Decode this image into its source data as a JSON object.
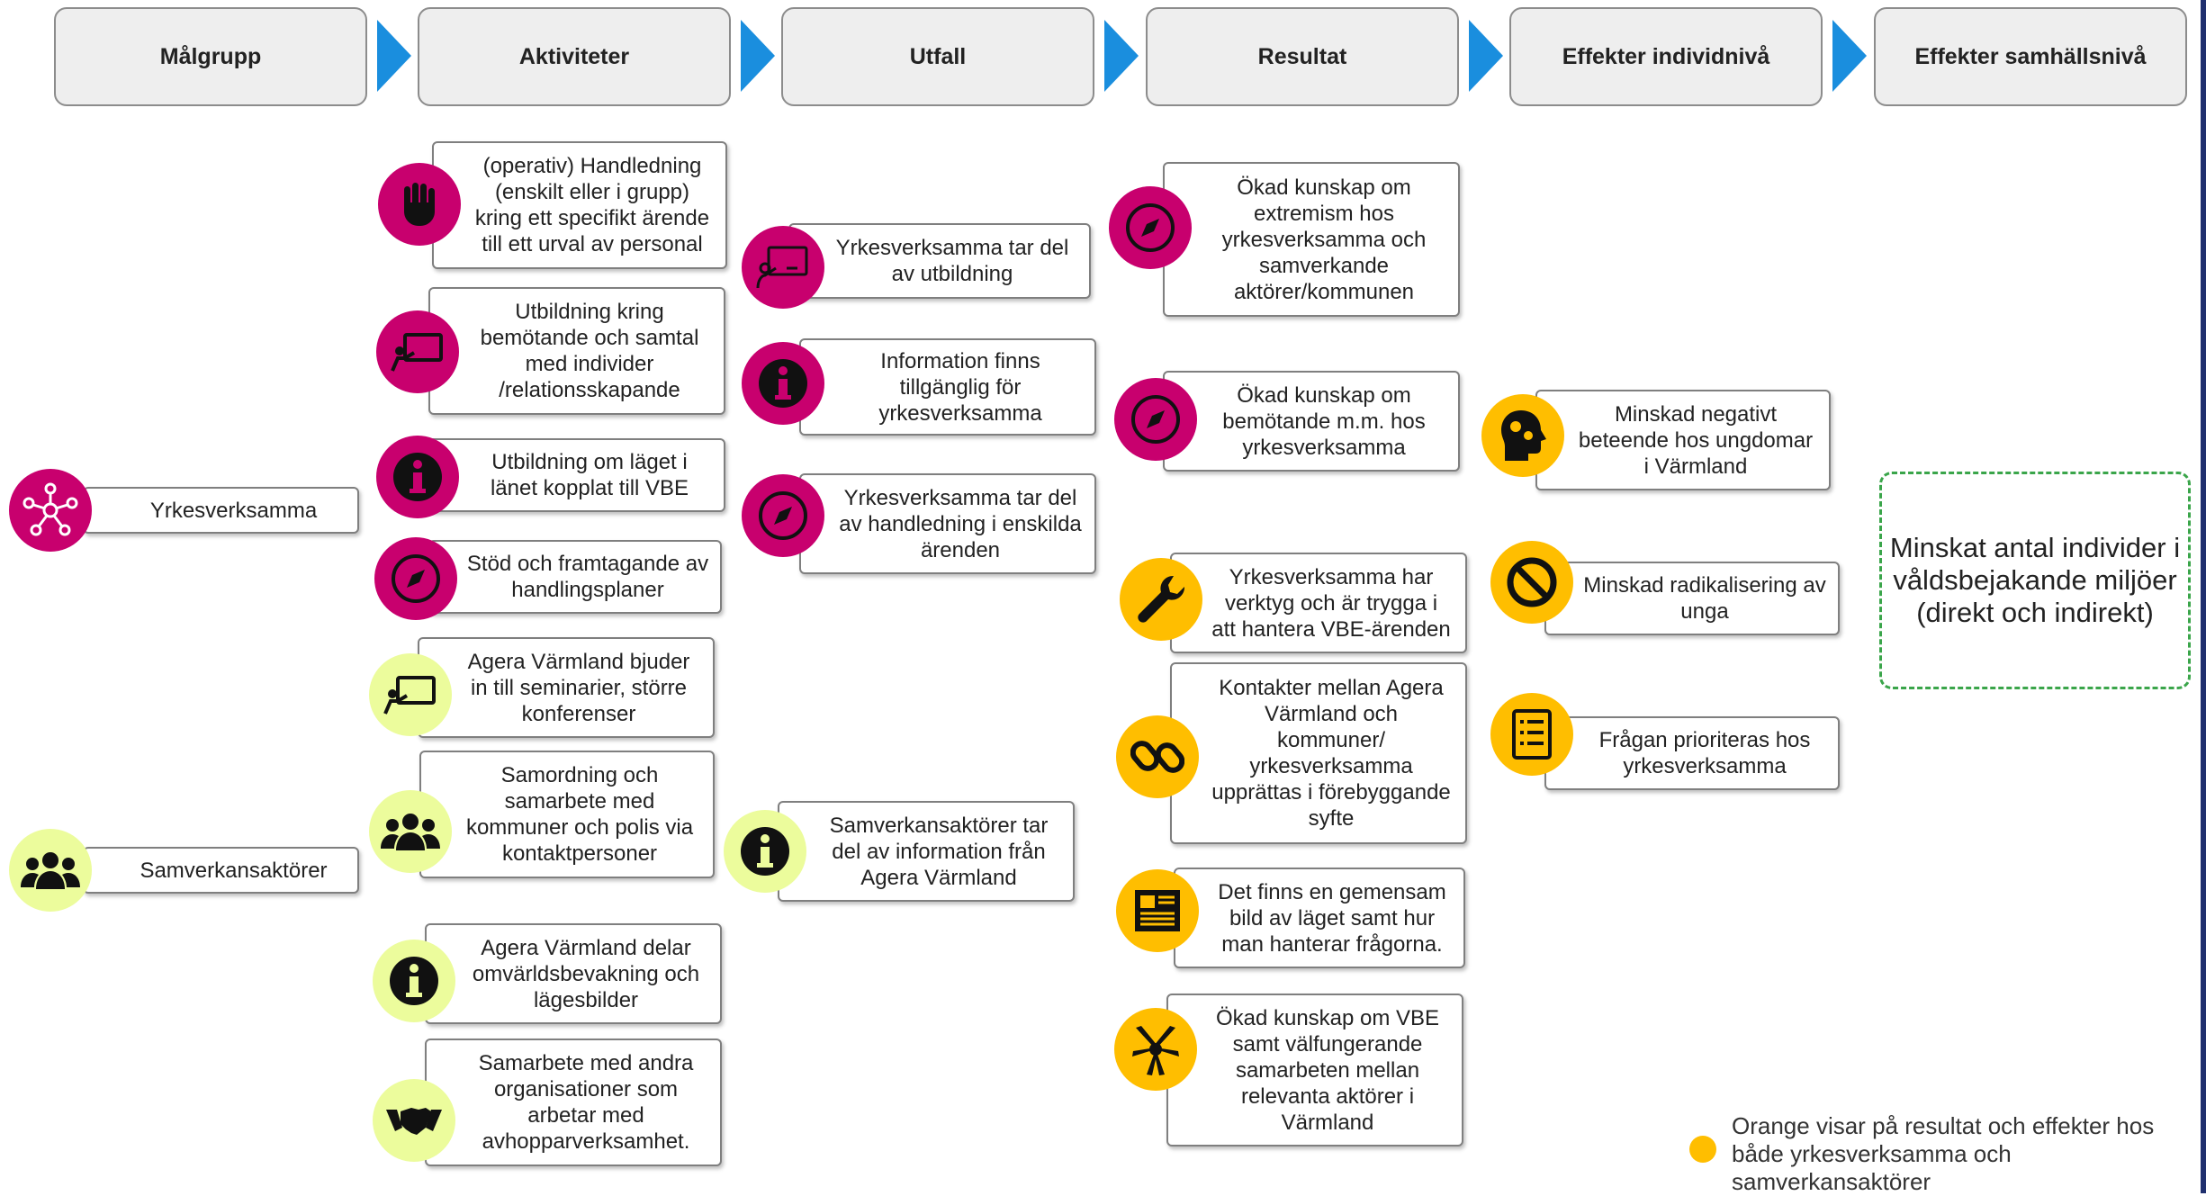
{
  "colors": {
    "magenta": "#c8006e",
    "lime": "#ecfc9c",
    "yellow": "#ffbe00",
    "chevron": "#1a8ede",
    "dashed": "#3aa54a"
  },
  "headers": [
    "Målgrupp",
    "Aktiviteter",
    "Utfall",
    "Resultat",
    "Effekter individnivå",
    "Effekter samhällsnivå"
  ],
  "malgrupp": [
    {
      "label": "Yrkesverksamma",
      "icon": "network-icon"
    },
    {
      "label": "Samverkansaktörer",
      "icon": "people-group-icon"
    }
  ],
  "aktiviteter": [
    {
      "label": "(operativ) Handledning\n(enskilt eller i grupp)\nkring ett specifikt ärende\ntill ett urval av personal",
      "icon": "hand-icon"
    },
    {
      "label": "Utbildning kring\nbemötande och samtal\nmed individer\n/relationsskapande",
      "icon": "presentation-icon"
    },
    {
      "label": "Utbildning om läget i\nlänet kopplat till VBE",
      "icon": "info-icon"
    },
    {
      "label": "Stöd och framtagande av\nhandlingsplaner",
      "icon": "compass-icon"
    },
    {
      "label": "Agera Värmland bjuder\nin till seminarier, större\nkonferenser",
      "icon": "presentation-icon"
    },
    {
      "label": "Samordning och\nsamarbete med\nkommuner och polis via\nkontaktpersoner",
      "icon": "people-group-icon"
    },
    {
      "label": "Agera Värmland delar\nomvärldsbevakning och\nlägesbilder",
      "icon": "info-icon"
    },
    {
      "label": "Samarbete med andra\norganisationer som\narbetar med\navhopparverksamhet.",
      "icon": "handshake-icon"
    }
  ],
  "utfall": [
    {
      "label": "Yrkesverksamma tar del\nav utbildning",
      "icon": "teacher-icon"
    },
    {
      "label": "Information finns\ntillgänglig för\nyrkesverksamma",
      "icon": "info-icon"
    },
    {
      "label": "Yrkesverksamma tar del\nav handledning i enskilda\närenden",
      "icon": "compass-icon"
    },
    {
      "label": "Samverkansaktörer tar\ndel av information från\nAgera Värmland",
      "icon": "info-icon"
    }
  ],
  "resultat": [
    {
      "label": "Ökad kunskap om\nextremism hos\nyrkesverksamma och\nsamverkande\naktörer/kommunen",
      "icon": "compass-icon"
    },
    {
      "label": "Ökad kunskap om\nbemötande m.m. hos\nyrkesverksamma",
      "icon": "compass-icon"
    },
    {
      "label": "Yrkesverksamma har\nverktyg och är trygga i\natt hantera VBE-ärenden",
      "icon": "wrench-icon"
    },
    {
      "label": "Kontakter mellan Agera\nVärmland och\nkommuner/\nyrkesverksamma\nupprättas i förebyggande\nsyfte",
      "icon": "link-icon"
    },
    {
      "label": "Det finns en gemensam\nbild av läget samt hur\nman hanterar frågorna.",
      "icon": "newspaper-icon"
    },
    {
      "label": "Ökad kunskap om VBE\nsamt välfungerande\nsamarbeten mellan\nrelevanta aktörer i\nVärmland",
      "icon": "hands-together-icon"
    }
  ],
  "individ": [
    {
      "label": "Minskad negativt\nbeteende hos ungdomar\ni Värmland",
      "icon": "head-gears-icon"
    },
    {
      "label": "Minskad radikalisering av\nunga",
      "icon": "prohibited-icon"
    },
    {
      "label": "Frågan prioriteras hos\nyrkesverksamma",
      "icon": "checklist-icon"
    }
  ],
  "samhalle": {
    "label": "Minskat antal individer i\nvåldsbejakande miljöer\n(direkt och indirekt)"
  },
  "legend": {
    "text": "Orange visar på resultat och effekter hos\nbåde yrkesverksamma och\nsamverkansaktörer"
  }
}
